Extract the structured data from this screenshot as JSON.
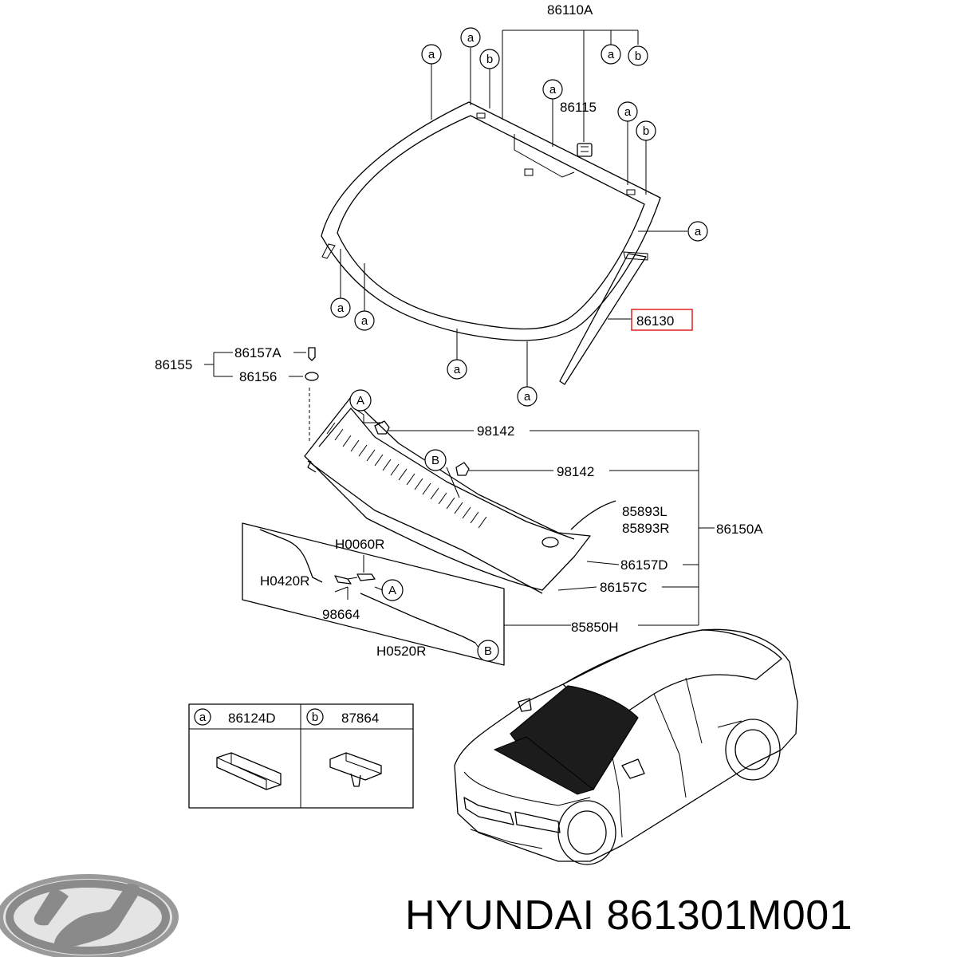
{
  "brand": {
    "logo_icon": "hyundai-logo-icon",
    "caption": "HYUNDAI 861301M001"
  },
  "callouts": {
    "top": "86110A",
    "part_86115": "86115",
    "part_86130": "86130",
    "part_86155": "86155",
    "part_86157A": "86157A",
    "part_86156": "86156",
    "part_98142_a": "98142",
    "part_98142_b": "98142",
    "part_85893L": "85893L",
    "part_85893R": "85893R",
    "part_86150A": "86150A",
    "part_86157D": "86157D",
    "part_86157C": "86157C",
    "part_85850H": "85850H",
    "part_H0060R": "H0060R",
    "part_H0420R": "H0420R",
    "part_98664": "98664",
    "part_H0520R": "H0520R"
  },
  "markers": {
    "a": "a",
    "b": "b",
    "A": "A",
    "B": "B"
  },
  "legend": {
    "col1_marker": "a",
    "col1_part": "86124D",
    "col2_marker": "b",
    "col2_part": "87864"
  },
  "highlight_color": "#e0302a"
}
